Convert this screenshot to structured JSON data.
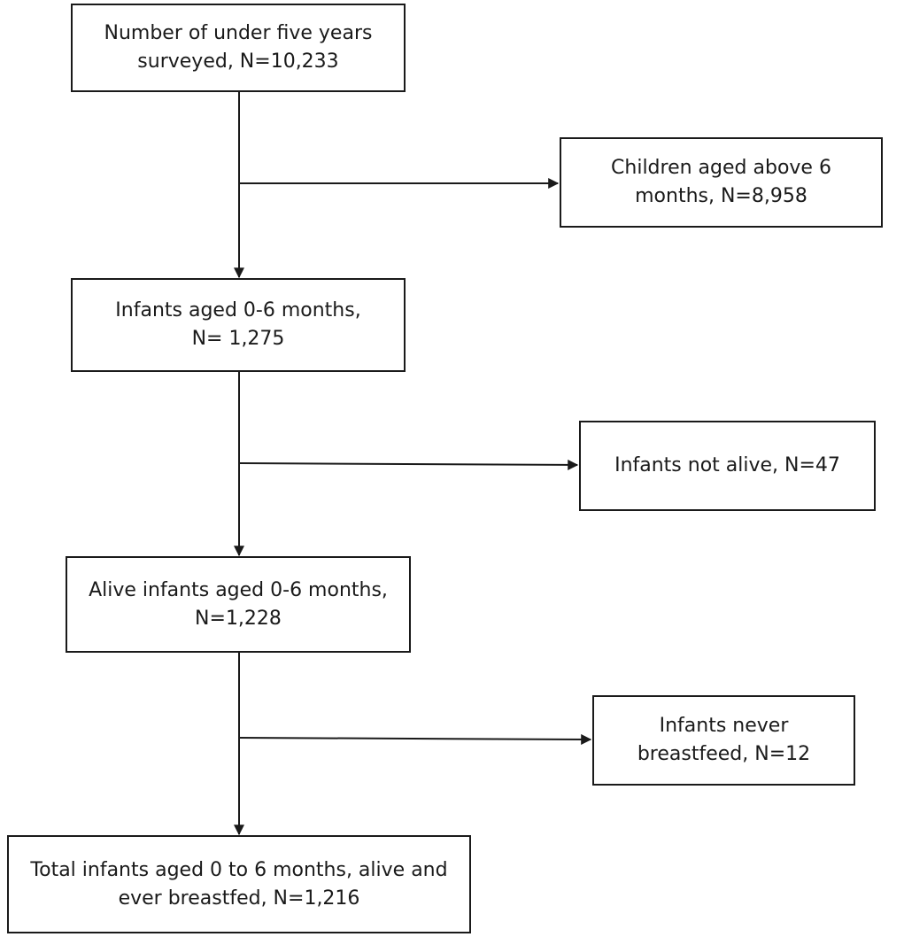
{
  "flowchart": {
    "boxes": {
      "surveyed": {
        "line1": "Number of under five years",
        "line2": "surveyed, N=10,233"
      },
      "above_6m": {
        "line1": "Children aged above 6",
        "line2": "months, N=8,958"
      },
      "infants_0_6": {
        "line1": "Infants aged 0-6 months,",
        "line2": "N= 1,275"
      },
      "not_alive": {
        "line1": "Infants not alive, N=47"
      },
      "alive_0_6": {
        "line1": "Alive infants aged 0-6 months,",
        "line2": "N=1,228"
      },
      "never_bf": {
        "line1": "Infants never",
        "line2": "breastfeed, N=12"
      },
      "total": {
        "line1": "Total infants aged 0 to 6 months, alive and",
        "line2": "ever breastfed, N=1,216"
      }
    },
    "colors": {
      "line": "#1a1a1a",
      "background": "#ffffff"
    }
  }
}
